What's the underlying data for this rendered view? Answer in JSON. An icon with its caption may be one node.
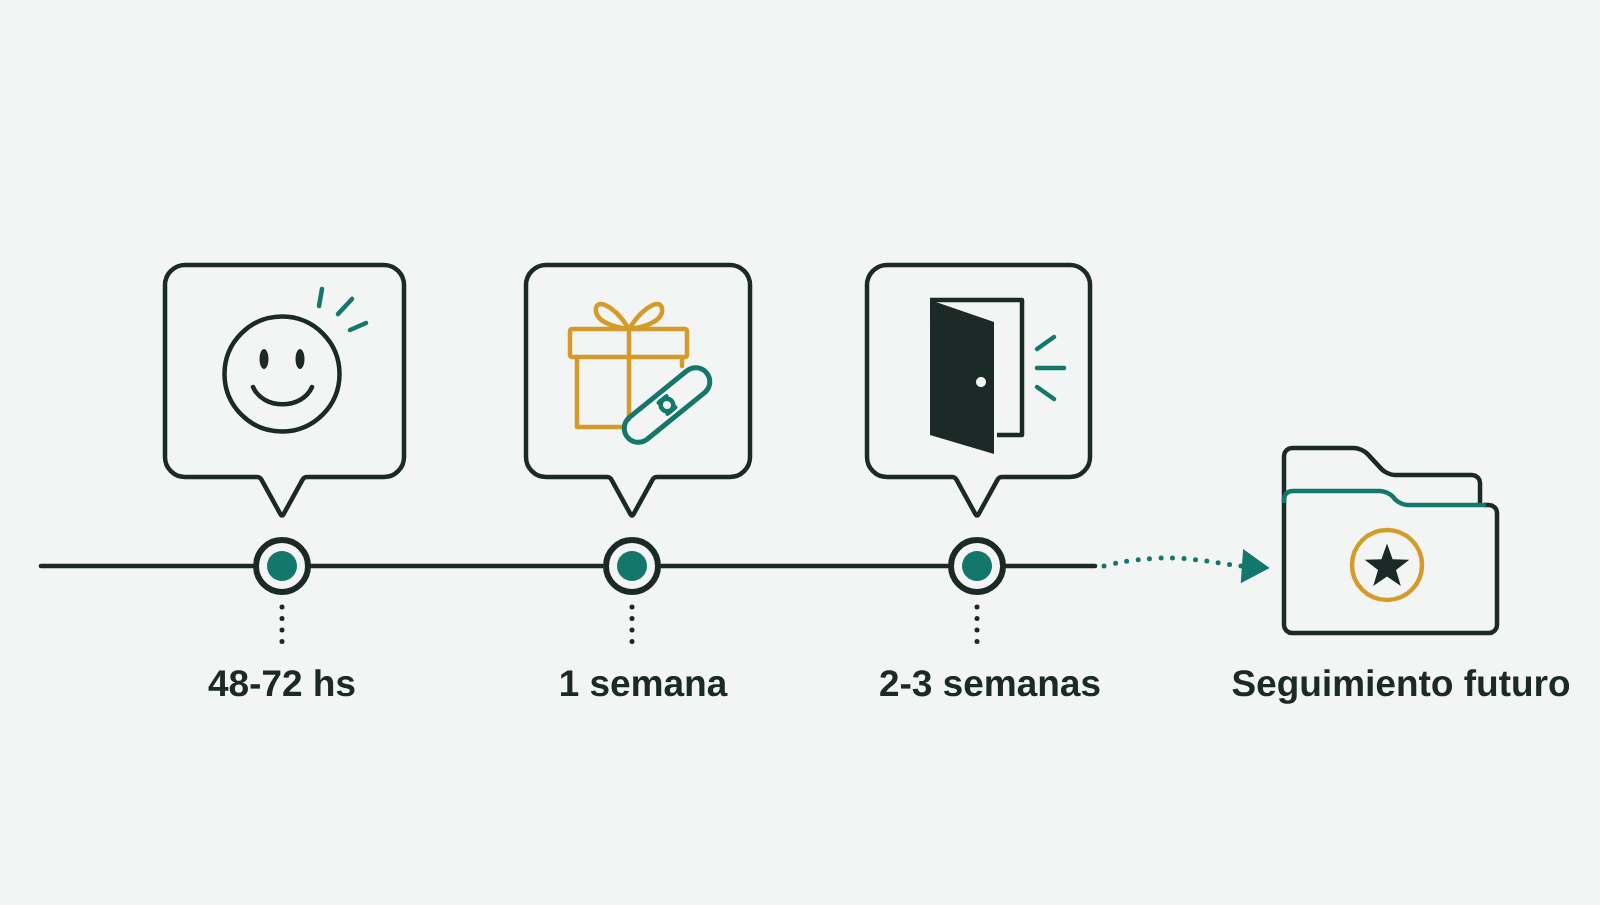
{
  "diagram": {
    "nodes": [
      {
        "text": [],
        "shape": "picture"
      },
      {
        "text": [],
        "shape": "circle"
      },
      {
        "text": [
          "48-72 hs"
        ]
      },
      {
        "text": [],
        "shape": "picture"
      },
      {
        "text": [],
        "shape": "circle"
      },
      {
        "text": [
          "1 semana"
        ]
      },
      {
        "text": [],
        "shape": "picture"
      },
      {
        "text": [],
        "shape": "circle"
      },
      {
        "text": [
          "2-3 semanas"
        ]
      },
      {
        "text": [],
        "shape": "picture",
        "beside": [
          "Seguimiento futuro"
        ]
      }
    ],
    "edges": [
      {
        "from": null,
        "to": 1,
        "arrow": "none"
      },
      {
        "from": 1,
        "to": 4,
        "arrow": "none"
      },
      {
        "from": 4,
        "to": 7,
        "arrow": "none"
      },
      {
        "from": 7,
        "to": null,
        "arrow": "none"
      },
      {
        "from": null,
        "to": 9,
        "arrow": "to",
        "style": "dashed",
        "color": "#13776b"
      },
      {
        "from": 1,
        "to": 2,
        "arrow": "none",
        "style": "dashed"
      },
      {
        "from": 4,
        "to": 5,
        "arrow": "none",
        "style": "dashed"
      },
      {
        "from": 7,
        "to": 8,
        "arrow": "none",
        "style": "dashed"
      }
    ]
  }
}
